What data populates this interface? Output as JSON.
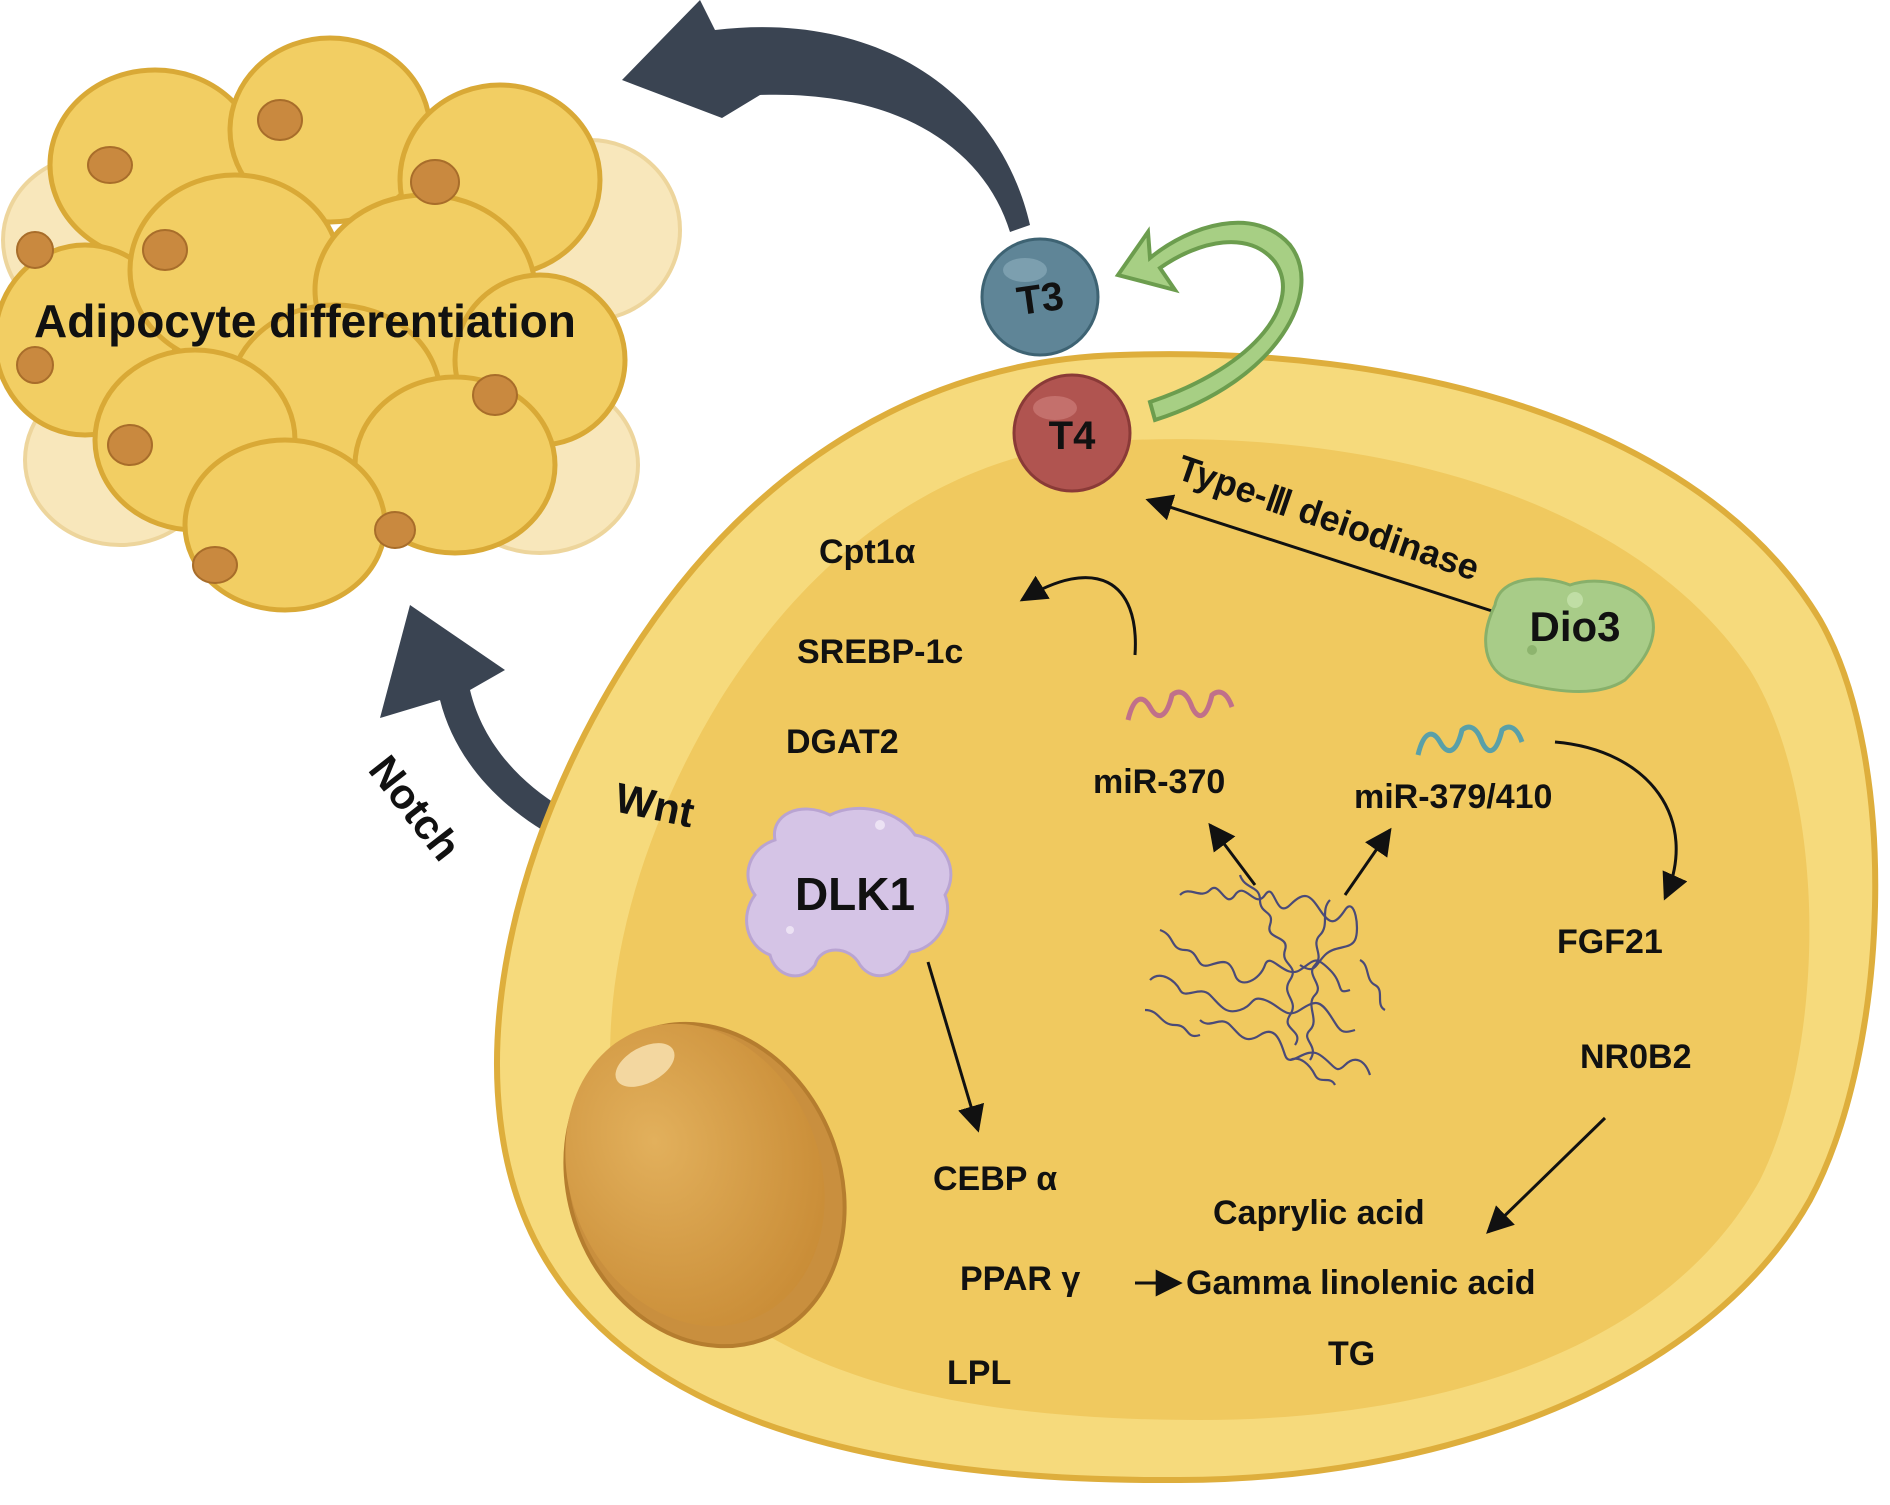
{
  "labels": {
    "adipocyte": "Adipocyte differentiation",
    "t3": "T3",
    "t4": "T4",
    "type3": "Type-Ⅲ deiodinase",
    "dio3": "Dio3",
    "cpt1a": "Cpt1α",
    "srebp": "SREBP-1c",
    "dgat2": "DGAT2",
    "mir370": "miR-370",
    "mir379": "miR-379/410",
    "wnt": "Wnt",
    "notch": "Notch",
    "dlk1": "DLK1",
    "fgf21": "FGF21",
    "nr0b2": "NR0B2",
    "cebp": "CEBP α",
    "ppar": "PPAR γ",
    "lpl": "LPL",
    "caprylic": "Caprylic acid",
    "gamma": "Gamma linolenic acid",
    "tg": "TG"
  },
  "colors": {
    "cell_outer": "#f5d97a",
    "cell_inner": "#f0c95c",
    "cell_stroke": "#d9a936",
    "nucleus": "#dba24e",
    "t3_ball": "#5f8597",
    "t4_ball": "#b05450",
    "dio3_blob": "#a8cc88",
    "dlk1_blob": "#d5c4e6",
    "big_arrow": "#3a4452",
    "cycle_arrow": "#9fc77c",
    "mir370_wave": "#c0708a",
    "mir379_wave": "#5aa0a8"
  }
}
